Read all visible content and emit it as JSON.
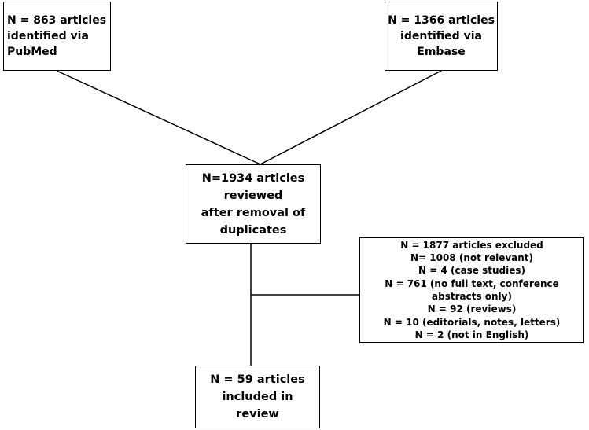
{
  "nodes": {
    "pubmed": {
      "lines": [
        "N = 863 articles",
        "identified via",
        "PubMed"
      ]
    },
    "embase": {
      "lines": [
        "N = 1366 articles",
        "identified via",
        "Embase"
      ]
    },
    "reviewed": {
      "lines": [
        "N=1934 articles reviewed",
        "after removal of",
        "duplicates"
      ]
    },
    "excluded": {
      "lines": [
        "N = 1877 articles excluded",
        "N= 1008 (not relevant)",
        "N = 4 (case studies)",
        "N = 761 (no full text, conference abstracts only)",
        "N = 92 (reviews)",
        "N = 10 (editorials, notes, letters)",
        "N = 2 (not in English)"
      ]
    },
    "included": {
      "lines": [
        "N = 59 articles included in",
        "review"
      ]
    }
  },
  "colors": {
    "line": "#000000",
    "box_border": "#000000",
    "background": "#ffffff"
  }
}
